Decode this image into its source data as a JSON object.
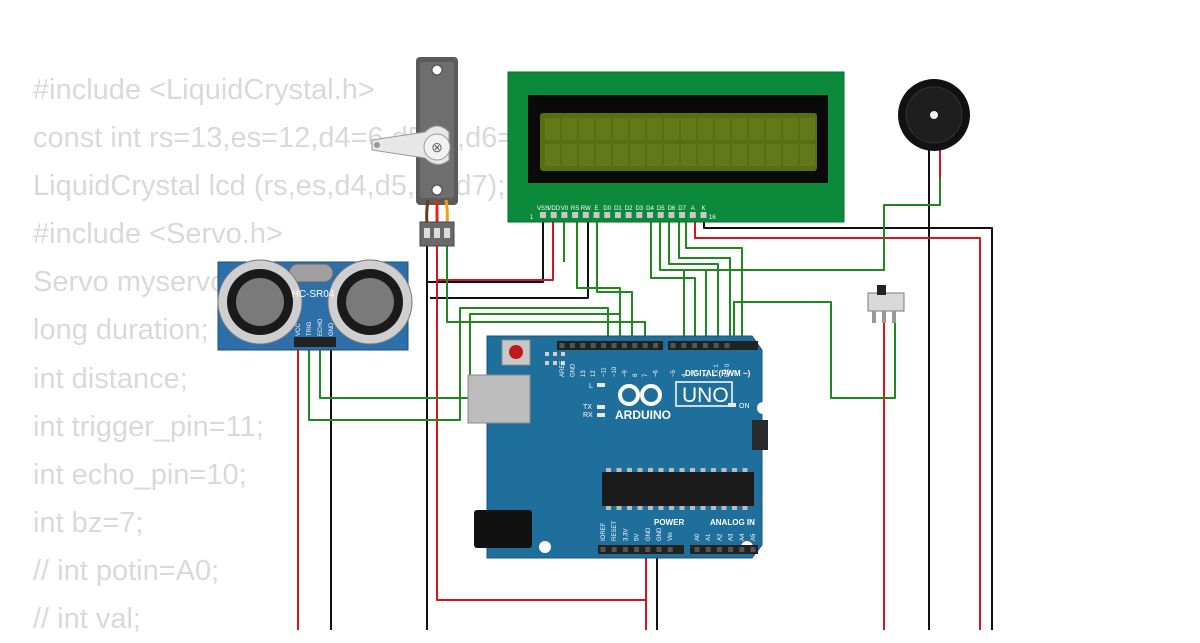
{
  "code_lines": [
    "#include <LiquidCrystal.h>",
    "const int rs=13,es=12,d4=6,d5=5,d6=4,d7=3;",
    "LiquidCrystal lcd (rs,es,d4,d5,d6,d7);",
    "#include <Servo.h>",
    "Servo myservo;",
    "long duration;",
    "int distance;",
    "int trigger_pin=11;",
    "int echo_pin=10;",
    "int bz=7;",
    "// int potin=A0;",
    "// int val;"
  ],
  "ultrasonic": {
    "model": "HC-SR04",
    "pins": [
      "VCC",
      "TRIG",
      "ECHO",
      "GND"
    ]
  },
  "lcd": {
    "pins": [
      "VSS",
      "VDD",
      "V0",
      "RS",
      "RW",
      "E",
      "D0",
      "D1",
      "D2",
      "D3",
      "D4",
      "D5",
      "D6",
      "D7",
      "A",
      "K"
    ],
    "pin_first": "1",
    "pin_last": "16"
  },
  "arduino": {
    "brand": "ARDUINO",
    "model": "UNO",
    "digital_label": "DIGITAL (PWM ~)",
    "power_label": "POWER",
    "analog_label": "ANALOG IN",
    "on_label": "ON",
    "led_l": "L",
    "led_tx": "TX",
    "led_rx": "RX",
    "digital_pins": [
      "AREF",
      "GND",
      "13",
      "12",
      "~11",
      "~10",
      "~9",
      "8",
      "7",
      "~6",
      "~5",
      "4",
      "~3",
      "2",
      "TX 1",
      "RX 0"
    ],
    "power_pins": [
      "IOREF",
      "RESET",
      "3.3V",
      "5V",
      "GND",
      "GND",
      "Vin"
    ],
    "analog_pins": [
      "A0",
      "A1",
      "A2",
      "A3",
      "A4",
      "A5"
    ]
  },
  "colors": {
    "wire_green": "#1e8a1e",
    "wire_red": "#d8141c",
    "wire_black": "#111111",
    "board_blue": "#1f6f9c",
    "lcd_green": "#0c8a3c",
    "lcd_screen": "#5a6e10",
    "code_text": "#d9d9d9"
  }
}
